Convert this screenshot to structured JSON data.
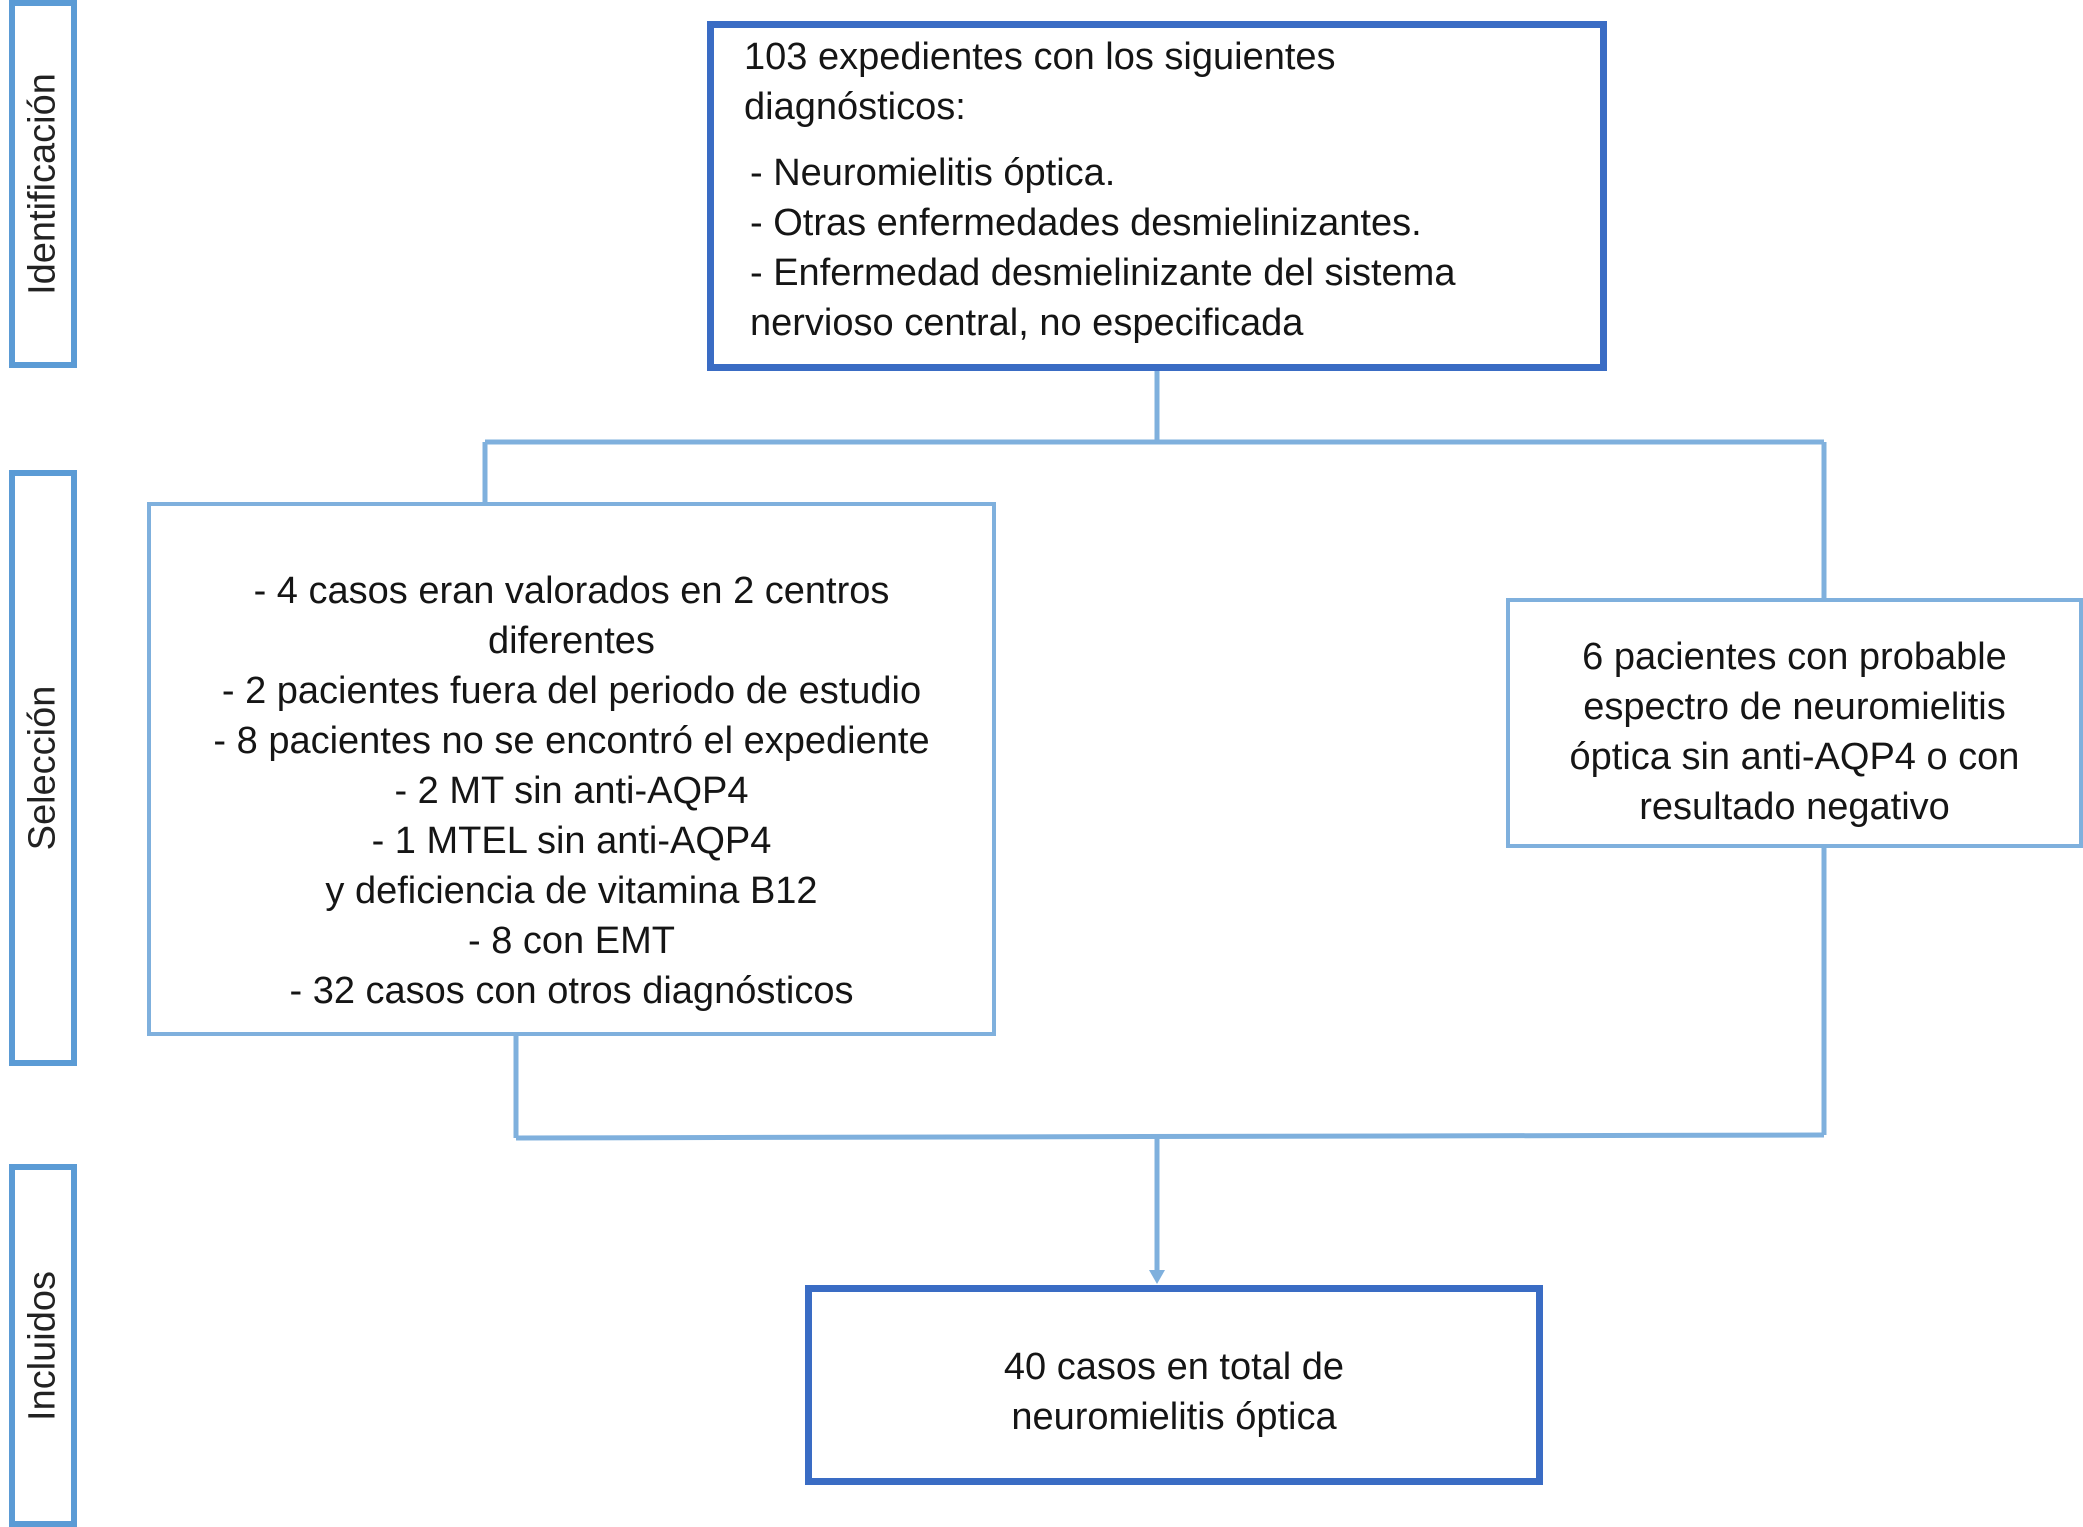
{
  "phases": {
    "identification": "Identificación",
    "selection": "Selección",
    "included": "Incluidos"
  },
  "identification_box": {
    "heading_line1": "103 expedientes con los siguientes",
    "heading_line2": "diagnósticos:",
    "items": [
      "- Neuromielitis óptica.",
      "- Otras enfermedades desmielinizantes.",
      "- Enfermedad desmielinizante del sistema",
      "nervioso central, no especificada"
    ]
  },
  "exclusion_box": {
    "lines": [
      "- 4 casos eran valorados en 2 centros",
      "diferentes",
      "- 2 pacientes fuera del periodo de estudio",
      "- 8 pacientes no se encontró el expediente",
      "- 2 MT sin anti-AQP4",
      "- 1 MTEL sin anti-AQP4",
      "y deficiencia de vitamina B12",
      "- 8 con EMT",
      "- 32 casos con otros diagnósticos"
    ]
  },
  "probable_box": {
    "lines": [
      "6 pacientes con probable",
      "espectro de neuromielitis",
      "óptica sin anti-AQP4 o con",
      "resultado negativo"
    ]
  },
  "included_box": {
    "lines": [
      "40 casos en total de",
      "neuromielitis óptica"
    ]
  },
  "colors": {
    "phase_border": "#5b9bd5",
    "box_thick_border": "#3a6cc4",
    "box_thin_border": "#7fb0dd",
    "connector": "#7fb0dd"
  }
}
